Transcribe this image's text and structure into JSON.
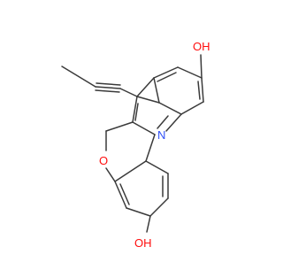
{
  "molecule": {
    "atom_labels": {
      "hydroxyl_top": "OH",
      "hydroxyl_bottom": "OH",
      "ring_nitrogen": "N",
      "ring_oxygen": "O"
    },
    "colors": {
      "bond": "#3a3a3a",
      "oxygen": "#ff0d0d",
      "nitrogen": "#3050f8",
      "background": "#ffffff"
    }
  }
}
